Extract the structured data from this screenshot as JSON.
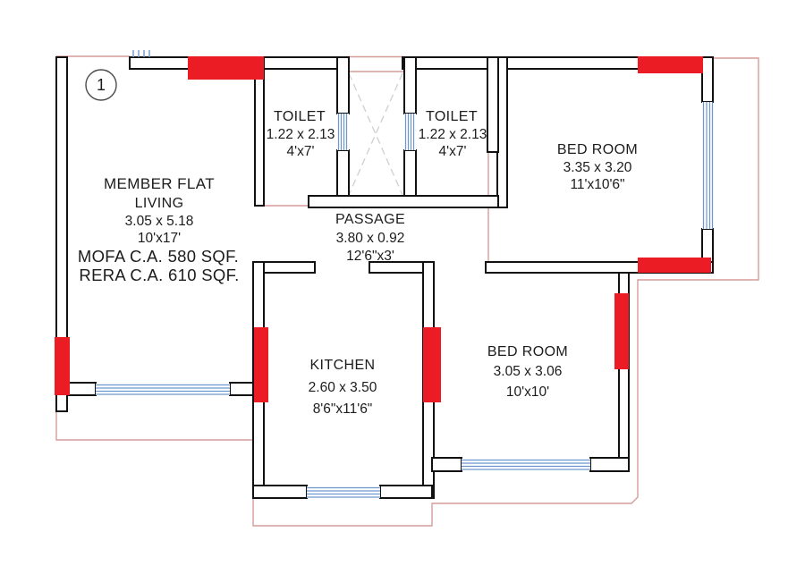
{
  "drawing": {
    "type": "residential-flat-floor-plan",
    "unit_marker": "1"
  },
  "colors": {
    "door_block_red": "#EC1C24",
    "title_red": "#CC2222",
    "rera_magenta": "#D940D9",
    "setback_pink": "#D59C98",
    "window_blue": "#6E96CE",
    "shaft_gray": "#CFCFCF",
    "wall_black": "#111111"
  },
  "plan": {
    "rooms": {
      "living": {
        "title": "MEMBER FLAT",
        "name": "LIVING",
        "dim_m": "3.05 x 5.18",
        "dim_ft": "10'x17'",
        "mofa": "MOFA C.A. 580 SQF.",
        "rera": "RERA C.A. 610 SQF."
      },
      "toilet1": {
        "name": "TOILET",
        "dim_m": "1.22 x 2.13",
        "dim_ft": "4'x7'"
      },
      "toilet2": {
        "name": "TOILET",
        "dim_m": "1.22 x 2.13",
        "dim_ft": "4'x7'"
      },
      "passage": {
        "name": "PASSAGE",
        "dim_m": "3.80 x 0.92",
        "dim_ft": "12'6\"x3'"
      },
      "bedroom1": {
        "name": "BED ROOM",
        "dim_m": "3.35 x 3.20",
        "dim_ft": "11'x10'6\""
      },
      "bedroom2": {
        "name": "BED ROOM",
        "dim_m": "3.05 x 3.06",
        "dim_ft": "10'x10'"
      },
      "kitchen": {
        "name": "KITCHEN",
        "dim_m": "2.60 x 3.50",
        "dim_ft": "8'6\"x11'6\""
      }
    }
  }
}
